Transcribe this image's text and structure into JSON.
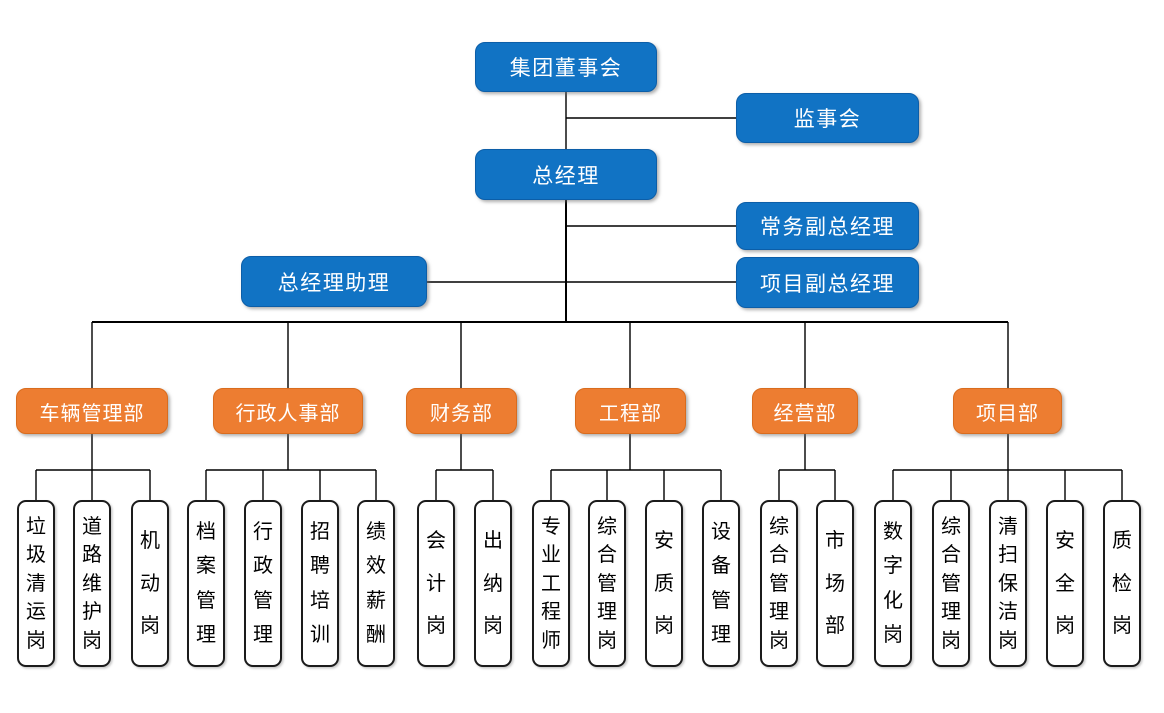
{
  "colors": {
    "node_blue": "#1173c4",
    "node_blue_border": "#0c5ea8",
    "node_orange": "#ed7d31",
    "node_orange_border": "#d96c1e",
    "connector_line": "#000000",
    "post_border": "#1b1b1b",
    "node_text": "#ffffff",
    "post_text": "#000000"
  },
  "executive": {
    "board": "集团董事会",
    "supervisory": "监事会",
    "general_manager": "总经理",
    "executive_deputy_gm": "常务副总经理",
    "project_deputy_gm": "项目副总经理",
    "gm_assistant": "总经理助理"
  },
  "departments": [
    {
      "label": "车辆管理部",
      "positions": [
        "垃圾清运岗",
        "道路维护岗",
        "机动岗"
      ]
    },
    {
      "label": "行政人事部",
      "positions": [
        "档案管理",
        "行政管理",
        "招聘培训",
        "绩效薪酬"
      ]
    },
    {
      "label": "财务部",
      "positions": [
        "会计岗",
        "出纳岗"
      ]
    },
    {
      "label": "工程部",
      "positions": [
        "专业工程师",
        "综合管理岗",
        "安质岗",
        "设备管理"
      ]
    },
    {
      "label": "经营部",
      "positions": [
        "综合管理岗",
        "市场部"
      ]
    },
    {
      "label": "项目部",
      "positions": [
        "数字化岗",
        "综合管理岗",
        "清扫保洁岗",
        "安全岗",
        "质检岗"
      ]
    }
  ]
}
